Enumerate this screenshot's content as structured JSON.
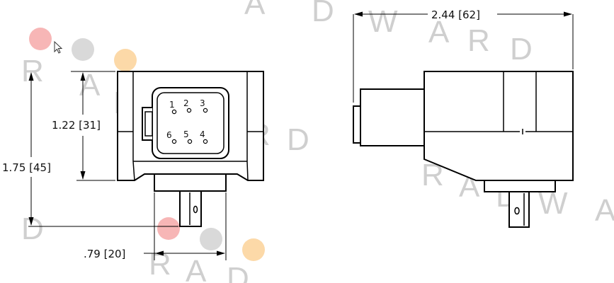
{
  "dimensions": {
    "width_total": "2.44 [62]",
    "body_height": "1.22 [31]",
    "overall_height": "1.75 [45]",
    "tab_width": ".79 [20]"
  },
  "pins": {
    "p1": "1",
    "p2": "2",
    "p3": "3",
    "p4": "4",
    "p5": "5",
    "p6": "6"
  },
  "watermark": {
    "r": "R",
    "a": "A",
    "d": "D",
    "w": "W"
  },
  "colors": {
    "line": "#000000",
    "watermark_text": "#bfbfbf",
    "dot_red": "#f7b6b6",
    "dot_gray": "#d9d9d9",
    "dot_orange": "#fcd9a8"
  },
  "icons": {
    "cursor": "mouse-pointer-icon"
  }
}
